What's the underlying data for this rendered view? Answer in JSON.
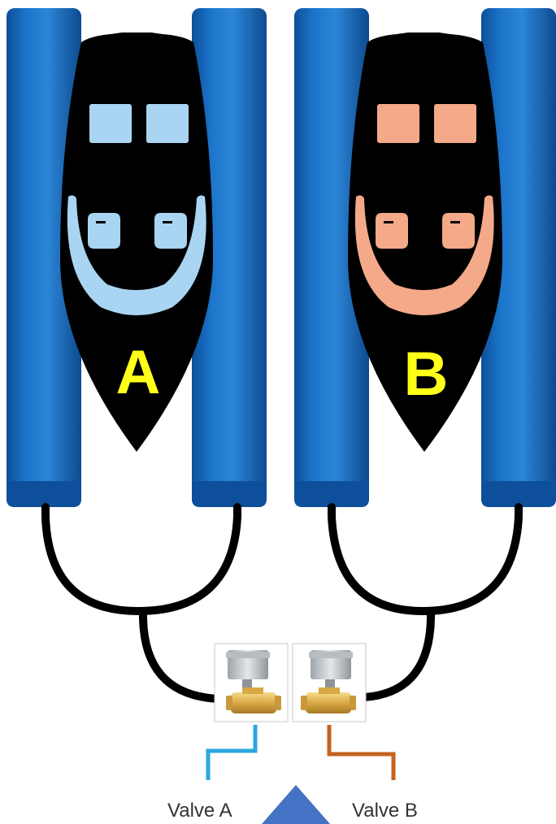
{
  "boats": [
    {
      "letter": "A",
      "accent_color": "#a9d5f3"
    },
    {
      "letter": "B",
      "accent_color": "#f4a989"
    }
  ],
  "valves": [
    {
      "label": "Valve A",
      "pipe_color": "#2aa7e0"
    },
    {
      "label": "Valve B",
      "pipe_color": "#c4631e"
    }
  ],
  "colors": {
    "pontoon": "#1a70c7",
    "pontoon_dark": "#0d4f9a",
    "hull": "#000000",
    "hose": "#000000",
    "letter": "#ffff1a",
    "triangle": "#4472c4"
  },
  "icons": {
    "valve": "motorized-ball-valve-icon",
    "direction": "triangle-up-icon"
  }
}
